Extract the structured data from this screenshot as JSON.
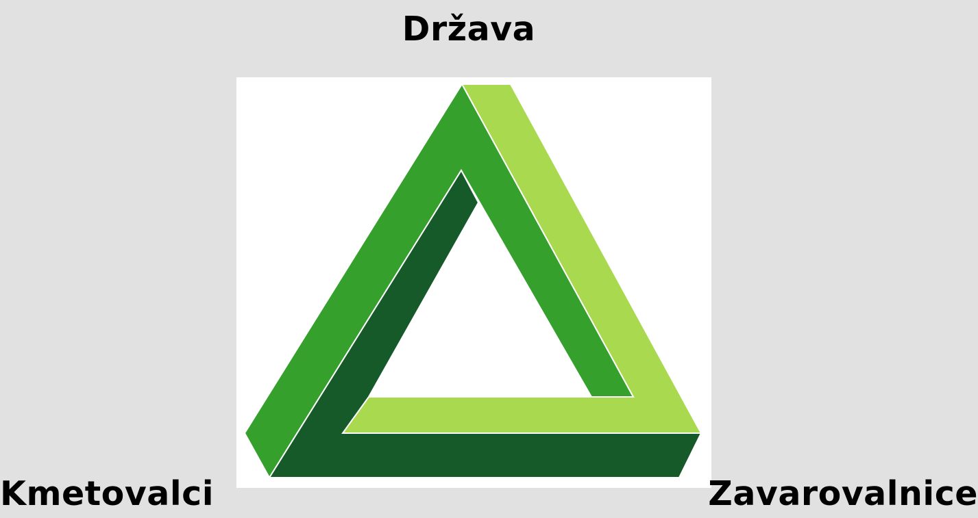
{
  "labels": {
    "top": "Država",
    "left": "Kmetovalci",
    "right": "Zavarovalnice"
  },
  "colors": {
    "background": "#e1e1e1",
    "panel": "#ffffff",
    "medium_green": "#35a02c",
    "light_green": "#a8d94f",
    "dark_green": "#175a2a"
  }
}
